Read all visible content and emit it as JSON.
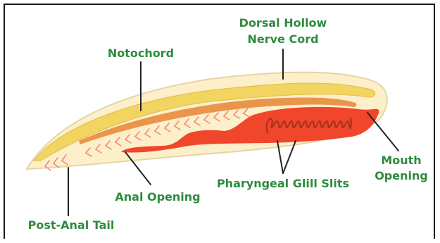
{
  "labels": {
    "dorsal_line1": "Dorsal Hollow",
    "dorsal_line2": "Nerve Cord",
    "notochord": "Notochord",
    "mouth_line1": "Mouth",
    "mouth_line2": "Opening",
    "anal": "Anal Opening",
    "pharyngeal": "Pharyngeal Glill Slits",
    "tail": "Post-Anal Tail"
  },
  "colors": {
    "label": "#2e8b3e",
    "body_fill": "#fcefc9",
    "body_stroke": "#e3d6a6",
    "nerve_cord": "#f2d460",
    "notochord": "#e9954c",
    "gut": "#f0462b",
    "gill_slit": "#a8321e",
    "muscle_chevron": "#f08a7a",
    "leader_line": "#222222"
  }
}
